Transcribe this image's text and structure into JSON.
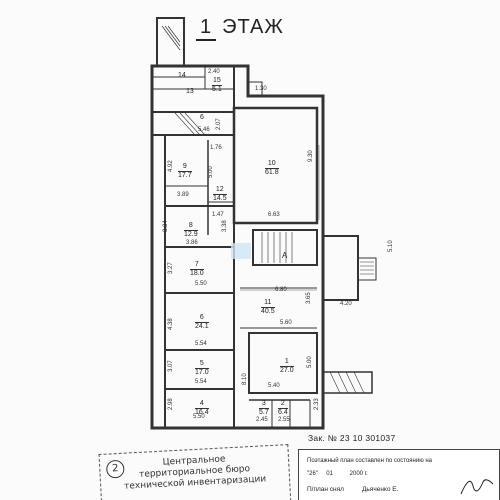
{
  "header": {
    "floor_number": "1",
    "floor_word": "ЭТАЖ"
  },
  "rooms": [
    {
      "id": "14",
      "area": "",
      "label": "room-14"
    },
    {
      "id": "13",
      "area": "",
      "label": "room-13"
    },
    {
      "id": "15",
      "area": "5.1",
      "label": "room-15"
    },
    {
      "id": "6",
      "area": "",
      "label": "room-6"
    },
    {
      "id": "10",
      "area": "61.8",
      "label": "room-10"
    },
    {
      "id": "9",
      "area": "17.7",
      "label": "room-9"
    },
    {
      "id": "12",
      "area": "14.5",
      "label": "room-12"
    },
    {
      "id": "8",
      "area": "12.9",
      "label": "room-8"
    },
    {
      "id": "7",
      "area": "18.0",
      "label": "room-7"
    },
    {
      "id": "11",
      "area": "40.5",
      "label": "room-11"
    },
    {
      "id": "6",
      "area": "24.1",
      "label": "room-6b"
    },
    {
      "id": "1",
      "area": "27.0",
      "label": "room-1"
    },
    {
      "id": "5",
      "area": "17.0",
      "label": "room-5"
    },
    {
      "id": "4",
      "area": "16.4",
      "label": "room-4"
    },
    {
      "id": "3",
      "area": "5.7",
      "label": "room-3"
    },
    {
      "id": "2",
      "area": "6.4",
      "label": "room-2"
    }
  ],
  "stair_label": "А",
  "dimensions": {
    "d_2_40": "2.40",
    "d_1_30": "1.30",
    "d_2_07": "2.07",
    "d_5_46": "5.46",
    "d_1_76": "1.76",
    "d_9_30": "9.30",
    "d_4_92": "4.92",
    "d_5_00": "5.00",
    "d_3_89": "3.89",
    "d_6_63": "6.63",
    "d_1_47": "1.47",
    "d_3_34": "3.34",
    "d_3_38": "3.38",
    "d_3_86": "3.86",
    "d_3_27": "3.27",
    "d_5_50a": "5.50",
    "d_6_80": "6.80",
    "d_3_65": "3.65",
    "d_4_20": "4.20",
    "d_5_10": "5.10",
    "d_4_38": "4.38",
    "d_5_60": "5.60",
    "d_5_54a": "5.54",
    "d_3_07": "3.07",
    "d_8_10": "8.10",
    "d_5_00b": "5.00",
    "d_5_54b": "5.54",
    "d_5_40": "5.40",
    "d_2_98": "2.98",
    "d_5_50b": "5.50",
    "d_2_45": "2.45",
    "d_2_33": "2.33",
    "d_2_55": "2.55"
  },
  "order": "Зак. № 23 10 301037",
  "stamp": {
    "number": "2",
    "line1": "Центральное",
    "line2": "территориальное бюро",
    "line3": "технической инвентаризации"
  },
  "status_box": {
    "line1": "Поэтажный план составлен по состоянию на",
    "day": "26",
    "month": "01",
    "year": "2000",
    "year_suffix": "г.",
    "line3": "П/план снял",
    "surveyor": "Дьяченко Е."
  }
}
